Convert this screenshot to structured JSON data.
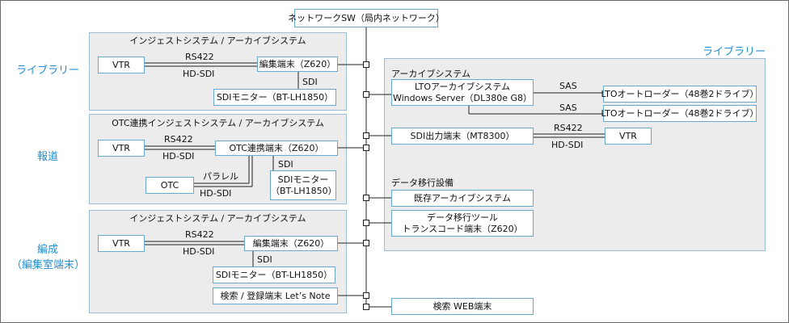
{
  "network_switch": "ネットワークSW（局内ネットワーク）",
  "side_labels": {
    "library": "ライブラリー",
    "news": "報道",
    "editing": "編成\n（編集室端末）",
    "library_right": "ライブラリー"
  },
  "ingest_library": {
    "title": "インジェストシステム / アーカイブシステム",
    "vtr": "VTR",
    "terminal": "編集端末（Z620）",
    "monitor": "SDIモニター（BT-LH1850）",
    "rs422": "RS422",
    "hdsdi": "HD-SDI",
    "sdi": "SDI"
  },
  "otc_news": {
    "title": "OTC連携インジェストシステム / アーカイブシステム",
    "vtr": "VTR",
    "terminal": "OTC連携端末（Z620）",
    "otc": "OTC",
    "monitor": "SDIモニター\n（BT-LH1850）",
    "rs422": "RS422",
    "hdsdi": "HD-SDI",
    "parallel": "パラレル",
    "hdsdi2": "HD-SDI",
    "sdi": "SDI"
  },
  "ingest_editing": {
    "title": "インジェストシステム / アーカイブシステム",
    "vtr": "VTR",
    "terminal": "編集端末（Z620）",
    "monitor": "SDIモニター（BT-LH1850）",
    "search_terminal": "検索 / 登録端末 Let’s Note",
    "rs422": "RS422",
    "hdsdi": "HD-SDI",
    "sdi": "SDI"
  },
  "archive": {
    "title": "アーカイブシステム",
    "lto_system": "LTOアーカイブシステム\nWindows Server（DL380e G8）",
    "lto_loader_1": "LTOオートローダー（48巻2ドライブ）",
    "lto_loader_2": "LTOオートローダー（48巻2ドライブ）",
    "sas_1": "SAS",
    "sas_2": "SAS",
    "sdi_output": "SDI出力端末（MT8300）",
    "vtr": "VTR",
    "rs422": "RS422",
    "hdsdi": "HD-SDI"
  },
  "migration": {
    "title": "データ移行設備",
    "existing_archive": "既存アーカイブシステム",
    "migration_tool": "データ移行ツール\nトランスコード端末（Z620）"
  },
  "search_web": "検索 WEB端末"
}
